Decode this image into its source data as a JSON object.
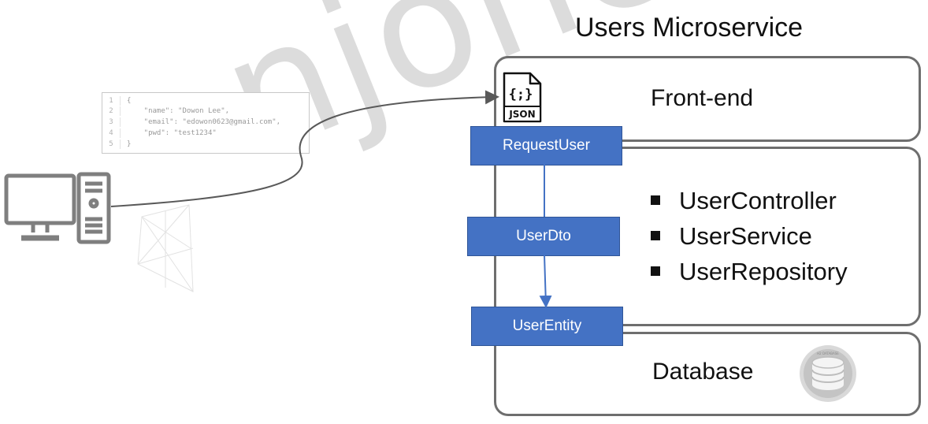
{
  "title": "Users Microservice",
  "panels": {
    "front_end": "Front-end",
    "database": "Database"
  },
  "services": [
    "UserController",
    "UserService",
    "UserRepository"
  ],
  "boxes": {
    "request": "RequestUser",
    "dto": "UserDto",
    "entity": "UserEntity"
  },
  "json_icon": {
    "symbol": "{;}",
    "label": "JSON"
  },
  "database_badge": "H2 DATABASE",
  "code_snippet": {
    "line_numbers": [
      "1",
      "2",
      "3",
      "4",
      "5"
    ],
    "lines": [
      "{",
      "    \"name\": \"Dowon Lee\",",
      "    \"email\": \"edowon0623@gmail.com\",",
      "    \"pwd\": \"test1234\"",
      "}"
    ]
  },
  "watermark": "njone company",
  "colors": {
    "accent_blue": "#4472c4",
    "panel_border": "#6e6e6e",
    "watermark": "#dcdcdc"
  },
  "icons": [
    "desktop-computer-icon",
    "json-file-icon",
    "database-icon"
  ]
}
